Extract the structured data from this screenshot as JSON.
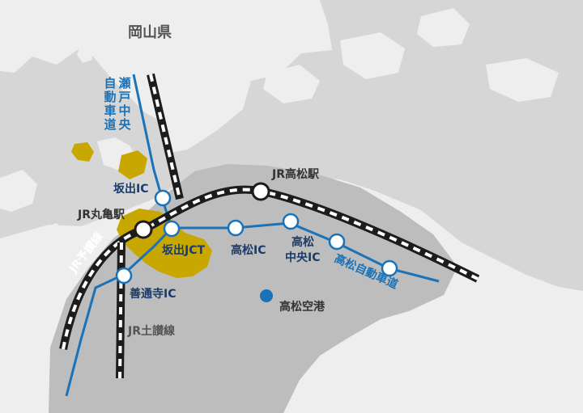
{
  "regions": {
    "okayama": "岡山県"
  },
  "roads": {
    "seto_chuo": "瀬戸中央自動車道",
    "takamatsu": "高松自動車道"
  },
  "rail": {
    "yosan": "JR予讃線",
    "dosan": "JR土讃線"
  },
  "stations": {
    "takamatsu": "JR高松駅",
    "marugame": "JR丸亀駅"
  },
  "interchanges": {
    "sakaide_ic": "坂出IC",
    "sakaide_jct": "坂出JCT",
    "takamatsu_ic": "高松IC",
    "takamatsu_chuo_ic_1": "高松",
    "takamatsu_chuo_ic_2": "中央IC",
    "zentsuji_ic": "善通寺IC"
  },
  "poi": {
    "airport": "高松空港"
  },
  "colors": {
    "sea": "#d6d6d6",
    "land_light": "#eeeeee",
    "land_main": "#bdbdbd",
    "land_dark": "#a9a9a9",
    "urban": "#c8a800",
    "road": "#1a73b8",
    "rail_dark": "#1c1c1c",
    "text_dark": "#333333",
    "text_gray": "#555555"
  }
}
